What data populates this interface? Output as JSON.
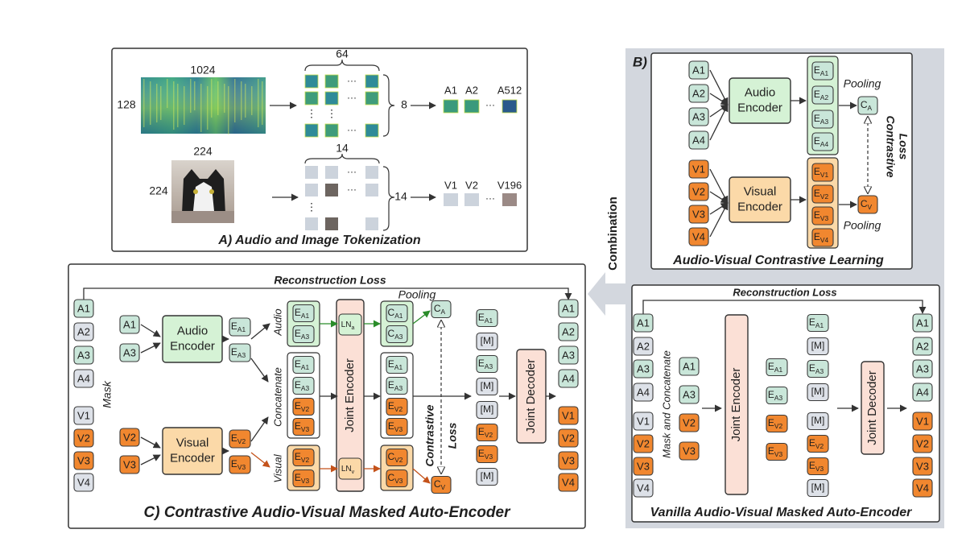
{
  "colors": {
    "audio_token": "#c9e6d9",
    "visual_token": "#f1872f",
    "gray_token": "#dde1e8",
    "audio_encoder": "#d5f2d5",
    "visual_encoder": "#fbd9a8",
    "joint": "#fbe0d6",
    "panel_gray": "#d3d7de",
    "green_arrow": "#2a8c2a",
    "orange_arrow": "#c4521a"
  },
  "panel_a": {
    "title": "A) Audio and Image Tokenization",
    "spec_width": "1024",
    "spec_height": "128",
    "patch_cols": "64",
    "patch_rows": "8",
    "img_width": "224",
    "img_height": "224",
    "img_cols": "14",
    "img_rows": "14",
    "ellipsis": "···",
    "vellipsis": "⋮",
    "audio_tokens": [
      "A1",
      "A2",
      "A512"
    ],
    "visual_tokens": [
      "V1",
      "V2",
      "V196"
    ],
    "spectrogram_icon": "spectrogram-image",
    "cat_icon": "cat-photo"
  },
  "panel_b": {
    "label": "B)",
    "title": "Audio-Visual Contrastive Learning",
    "audio_inputs": [
      "A1",
      "A2",
      "A3",
      "A4"
    ],
    "visual_inputs": [
      "V1",
      "V2",
      "V3",
      "V4"
    ],
    "audio_encoder": [
      "Audio",
      "Encoder"
    ],
    "visual_encoder": [
      "Visual",
      "Encoder"
    ],
    "audio_emb": [
      [
        "E",
        "A1"
      ],
      [
        "E",
        "A2"
      ],
      [
        "E",
        "A3"
      ],
      [
        "E",
        "A4"
      ]
    ],
    "visual_emb": [
      [
        "E",
        "V1"
      ],
      [
        "E",
        "V2"
      ],
      [
        "E",
        "V3"
      ],
      [
        "E",
        "V4"
      ]
    ],
    "pooling": "Pooling",
    "ca": [
      "C",
      "A"
    ],
    "cv": [
      "C",
      "V"
    ],
    "loss": [
      "Contrastive",
      "Loss"
    ]
  },
  "combination": "Combination",
  "panel_c": {
    "title": "C) Contrastive Audio-Visual Masked Auto-Encoder",
    "recon": "Reconstruction Loss",
    "mask": "Mask",
    "inputs": [
      "A1",
      "A2",
      "A3",
      "A4",
      "V1",
      "V2",
      "V3",
      "V4"
    ],
    "audio_kept": [
      "A1",
      "A3"
    ],
    "visual_kept": [
      "V2",
      "V3"
    ],
    "audio_encoder": [
      "Audio",
      "Encoder"
    ],
    "visual_encoder": [
      "Visual",
      "Encoder"
    ],
    "audio_emb": [
      [
        "E",
        "A1"
      ],
      [
        "E",
        "A3"
      ]
    ],
    "visual_emb": [
      [
        "E",
        "V2"
      ],
      [
        "E",
        "V3"
      ]
    ],
    "branch_audio": "Audio",
    "branch_concat": "Concatenate",
    "branch_visual": "Visual",
    "ln_a": [
      "LN",
      "a"
    ],
    "ln_v": [
      "LN",
      "v"
    ],
    "joint_encoder": "Joint Encoder",
    "concat_tokens": [
      [
        "E",
        "A1"
      ],
      [
        "E",
        "A3"
      ],
      [
        "E",
        "V2"
      ],
      [
        "E",
        "V3"
      ]
    ],
    "audio_out": [
      [
        "C",
        "A1"
      ],
      [
        "C",
        "A3"
      ]
    ],
    "visual_out": [
      [
        "C",
        "V2"
      ],
      [
        "C",
        "V3"
      ]
    ],
    "pooling": "Pooling",
    "ca": [
      "C",
      "A"
    ],
    "cv": [
      "C",
      "V"
    ],
    "loss": [
      "Contrastive",
      "Loss"
    ],
    "dec_in": [
      [
        "E",
        "A1"
      ],
      [
        "[M]",
        ""
      ],
      [
        "E",
        "A3"
      ],
      [
        "[M]",
        ""
      ],
      [
        "[M]",
        ""
      ],
      [
        "E",
        "V2"
      ],
      [
        "E",
        "V3"
      ],
      [
        "[M]",
        ""
      ]
    ],
    "joint_decoder": "Joint Decoder",
    "outputs": [
      "A1",
      "A2",
      "A3",
      "A4",
      "V1",
      "V2",
      "V3",
      "V4"
    ]
  },
  "panel_d": {
    "title": "Vanilla Audio-Visual Masked Auto-Encoder",
    "recon": "Reconstruction Loss",
    "mask": "Mask and Concatenate",
    "inputs": [
      "A1",
      "A2",
      "A3",
      "A4",
      "V1",
      "V2",
      "V3",
      "V4"
    ],
    "kept": [
      "A1",
      "A3",
      "V2",
      "V3"
    ],
    "joint_encoder": "Joint Encoder",
    "enc_out": [
      [
        "E",
        "A1"
      ],
      [
        "E",
        "A3"
      ],
      [
        "E",
        "V2"
      ],
      [
        "E",
        "V3"
      ]
    ],
    "dec_in": [
      [
        "E",
        "A1"
      ],
      [
        "[M]",
        ""
      ],
      [
        "E",
        "A3"
      ],
      [
        "[M]",
        ""
      ],
      [
        "[M]",
        ""
      ],
      [
        "E",
        "V2"
      ],
      [
        "E",
        "V3"
      ],
      [
        "[M]",
        ""
      ]
    ],
    "joint_decoder": "Joint Decoder",
    "outputs": [
      "A1",
      "A2",
      "A3",
      "A4",
      "V1",
      "V2",
      "V3",
      "V4"
    ]
  }
}
